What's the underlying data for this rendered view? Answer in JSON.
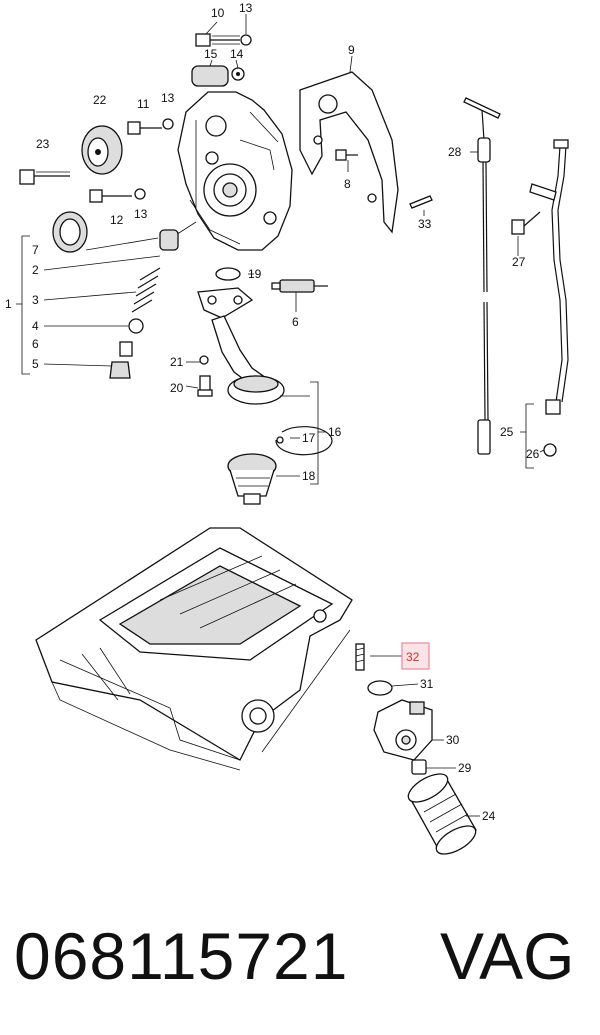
{
  "diagram": {
    "callouts": [
      "1",
      "2",
      "3",
      "4",
      "5",
      "6",
      "7",
      "8",
      "9",
      "10",
      "11",
      "12",
      "13",
      "13",
      "13",
      "14",
      "15",
      "16",
      "17",
      "18",
      "19",
      "20",
      "21",
      "22",
      "23",
      "24",
      "25",
      "26",
      "27",
      "28",
      "29",
      "30",
      "31",
      "32",
      "33"
    ],
    "highlighted_callout": "32",
    "highlight_color": "#e58a9b"
  },
  "caption": {
    "part_number": "068115721",
    "brand": "VAG"
  }
}
